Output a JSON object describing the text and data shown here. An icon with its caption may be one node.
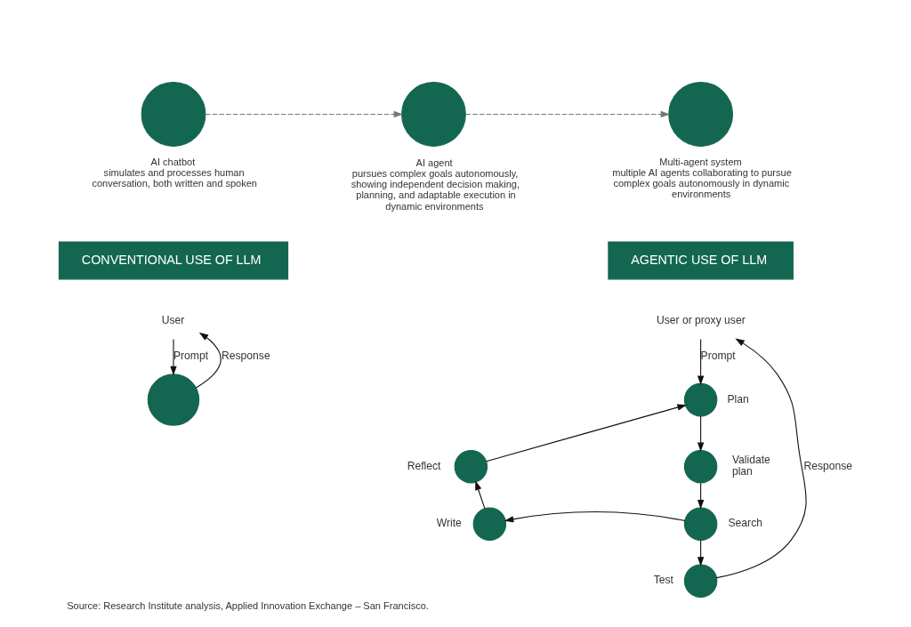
{
  "diagram": {
    "caption": "Source: Research Institute analysis, Applied Innovation Exchange – San Francisco.",
    "nodes": [
      {
        "text": [
          "AI chatbot",
          "simulates and processes human conversation, both written and spoken"
        ]
      },
      {
        "text": [
          "AI agent",
          "pursues complex goals autonomously, showing independent decision making, planning, and adaptable execution in dynamic environments"
        ]
      },
      {
        "text": [
          "Multi-agent system",
          "multiple AI agents collaborating to pursue complex goals autonomously in dynamic environments"
        ]
      },
      {
        "text": [
          "CONVENTIONAL USE OF LLM"
        ]
      },
      {
        "text": [
          "User"
        ]
      },
      {
        "text": [],
        "shape": "circle"
      },
      {
        "text": [
          "AGENTIC USE OF LLM"
        ]
      },
      {
        "text": [
          "User or proxy user"
        ]
      },
      {
        "text": [
          "Plan"
        ]
      },
      {
        "text": [
          "Validate plan"
        ]
      },
      {
        "text": [
          "Search"
        ]
      },
      {
        "text": [
          "Write"
        ]
      },
      {
        "text": [
          "Reflect"
        ]
      },
      {
        "text": [
          "Test"
        ]
      }
    ],
    "edges": [
      {
        "from": 0,
        "to": 1,
        "arrow": "to",
        "style": "dashed",
        "color": "#777777"
      },
      {
        "from": 1,
        "to": 2,
        "arrow": "to",
        "style": "dashed",
        "color": "#777777"
      },
      {
        "from": 4,
        "to": 5,
        "arrow": "to",
        "label": "Prompt"
      },
      {
        "from": 5,
        "to": 4,
        "arrow": "to",
        "label": "Response"
      },
      {
        "from": 7,
        "to": 8,
        "arrow": "to",
        "label": "Prompt"
      },
      {
        "from": 8,
        "to": 9,
        "arrow": "to"
      },
      {
        "from": 9,
        "to": 10,
        "arrow": "to"
      },
      {
        "from": 10,
        "to": 11,
        "arrow": "to"
      },
      {
        "from": 10,
        "to": 13,
        "arrow": "to"
      },
      {
        "from": 11,
        "to": 12,
        "arrow": "to"
      },
      {
        "from": 12,
        "to": 8,
        "arrow": "to"
      },
      {
        "from": 13,
        "to": 7,
        "arrow": "to",
        "label": "Response"
      }
    ]
  }
}
